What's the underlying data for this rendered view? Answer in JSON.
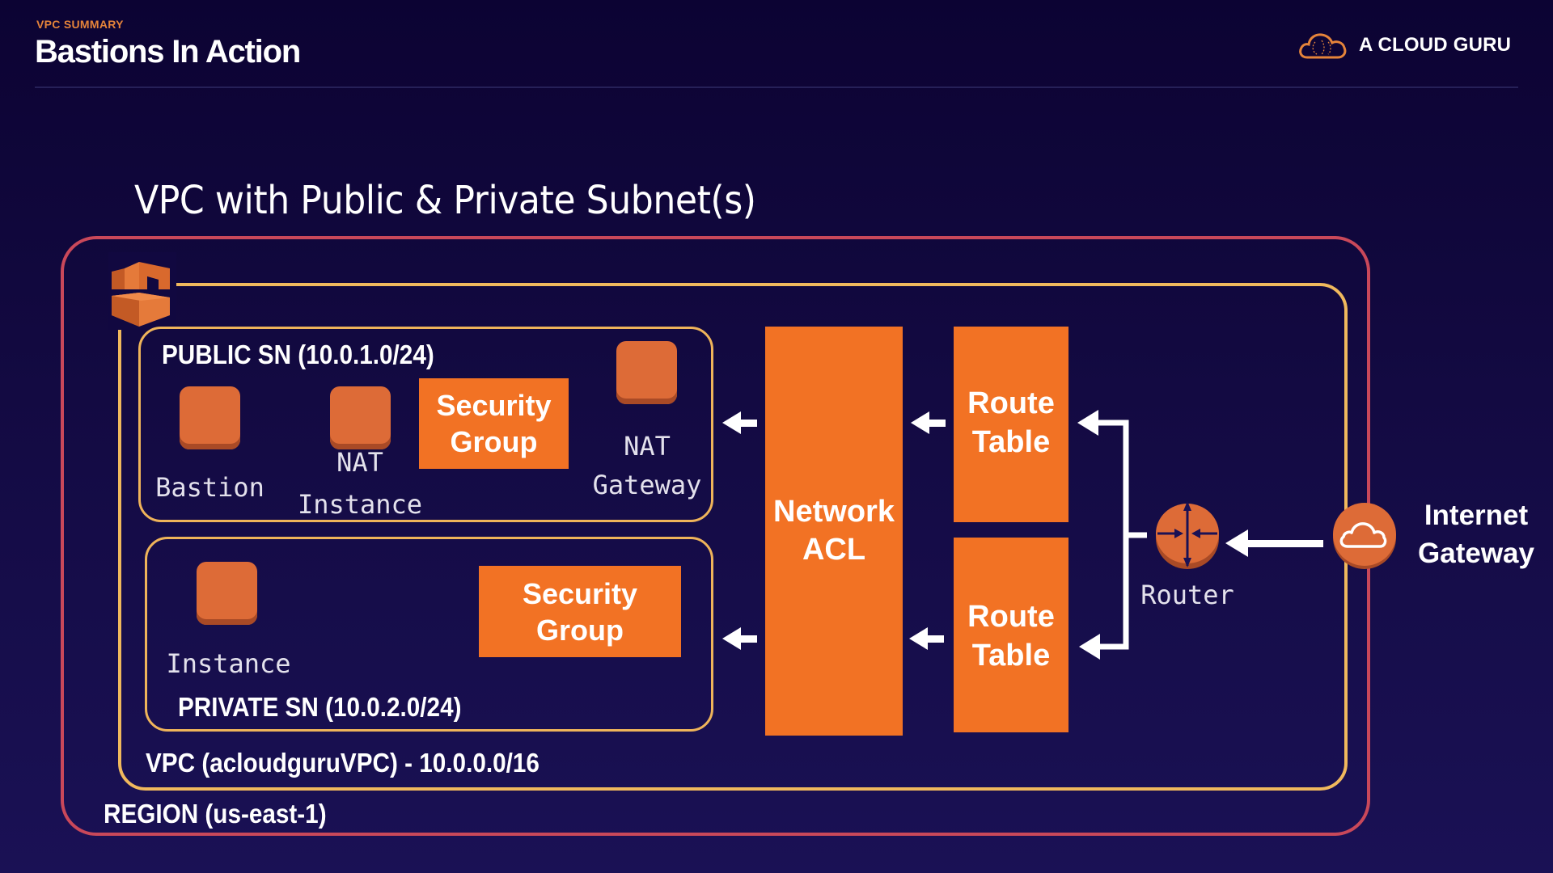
{
  "header": {
    "eyebrow": "VPC SUMMARY",
    "title": "Bastions In Action",
    "brand_name": "A CLOUD GURU",
    "brand_icon": "cloud-logo-icon"
  },
  "diagram": {
    "title": "VPC with Public & Private Subnet(s)",
    "region_label": "REGION (us-east-1)",
    "vpc_label": "VPC (acloudguruVPC) - 10.0.0.0/16",
    "vpc_icon": "vpc-icon",
    "public_subnet": {
      "label": "PUBLIC SN (10.0.1.0/24)",
      "bastion_label": "Bastion",
      "nat_instance_label_line1": "NAT",
      "nat_instance_label_line2": "Instance",
      "security_group_line1": "Security",
      "security_group_line2": "Group",
      "nat_gateway_label_line1": "NAT",
      "nat_gateway_label_line2": "Gateway"
    },
    "private_subnet": {
      "label": "PRIVATE SN (10.0.2.0/24)",
      "instance_label": "Instance",
      "security_group_line1": "Security",
      "security_group_line2": "Group"
    },
    "network_acl_line1": "Network",
    "network_acl_line2": "ACL",
    "route_tables": [
      {
        "line1": "Route",
        "line2": "Table"
      },
      {
        "line1": "Route",
        "line2": "Table"
      }
    ],
    "router_label": "Router",
    "router_icon": "router-icon",
    "internet_gateway_line1": "Internet",
    "internet_gateway_line2": "Gateway",
    "internet_gateway_icon": "cloud-icon"
  },
  "colors": {
    "background": "#110840",
    "accent_orange": "#f27224",
    "instance_orange": "#dd6b37",
    "region_border": "#c9485a",
    "vpc_border": "#f0b95d",
    "eyebrow": "#e5843a"
  }
}
